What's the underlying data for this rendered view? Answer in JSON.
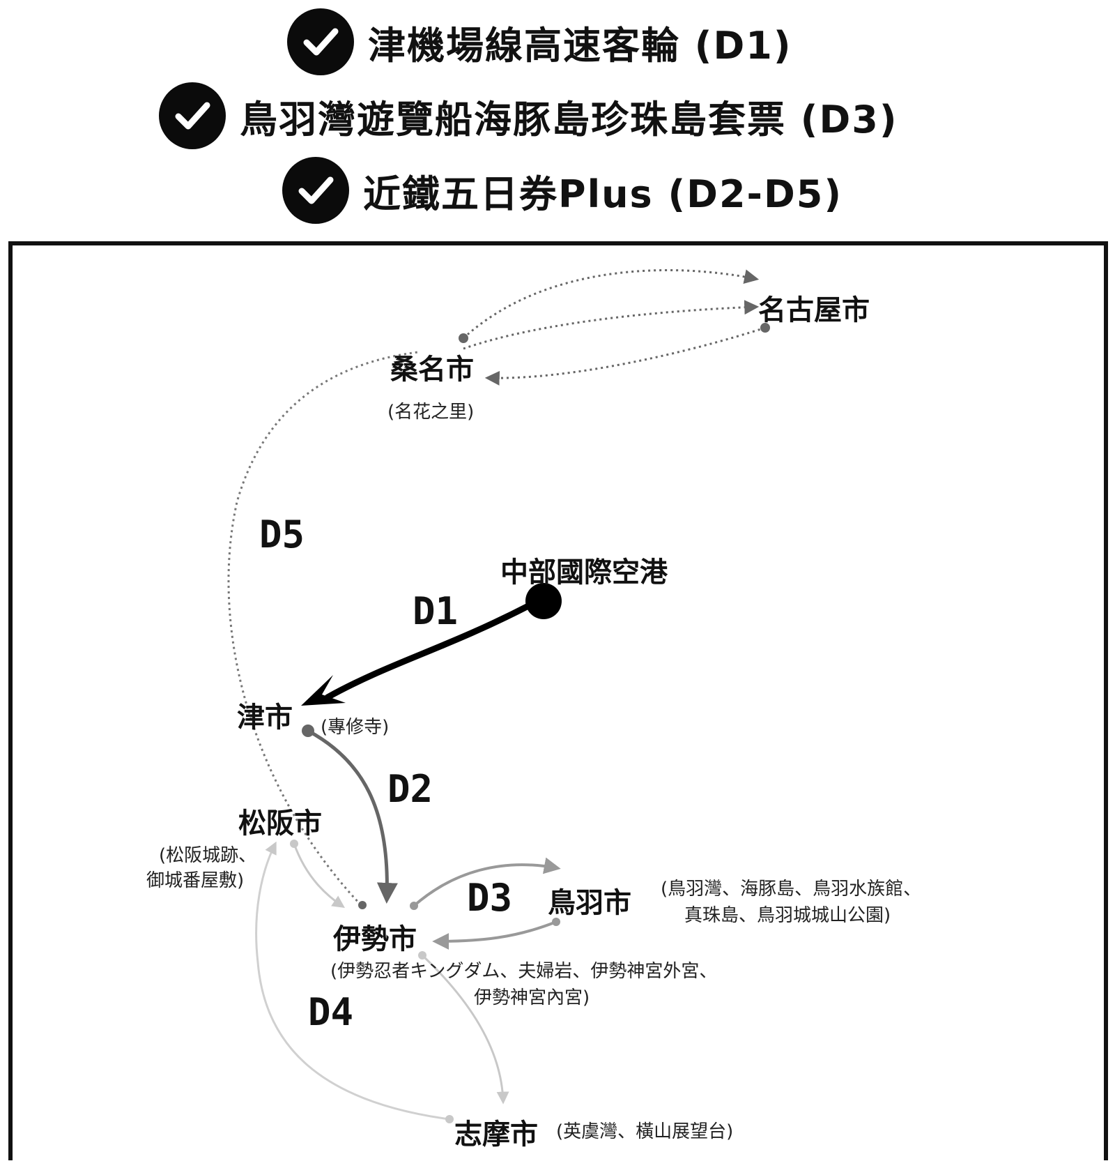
{
  "header": {
    "items": [
      {
        "text": "津機場線高速客輪 (D1)",
        "icon": "check-circle-icon"
      },
      {
        "text": "鳥羽灣遊覽船海豚島珍珠島套票 (D3)",
        "icon": "check-circle-icon"
      },
      {
        "text": "近鐵五日券Plus (D2-D5)",
        "icon": "check-circle-icon"
      }
    ]
  },
  "map": {
    "places": {
      "nagoya": "名古屋市",
      "kuwana": "桑名市",
      "kuwana_sub": "(名花之里)",
      "airport": "中部國際空港",
      "tsu": "津市",
      "tsu_sub": "(專修寺)",
      "matsusaka": "松阪市",
      "matsusaka_sub_1": "(松阪城跡、",
      "matsusaka_sub_2": "御城番屋敷)",
      "ise": "伊勢市",
      "ise_sub_1": "(伊勢忍者キングダム、夫婦岩、伊勢神宮外宮、",
      "ise_sub_2": "伊勢神宮內宮)",
      "toba": "鳥羽市",
      "toba_sub_1": "(鳥羽灣、海豚島、鳥羽水族館、",
      "toba_sub_2": "真珠島、鳥羽城城山公園)",
      "shima": "志摩市",
      "shima_sub": "(英虞灣、橫山展望台)"
    },
    "days": {
      "d1": "D1",
      "d2": "D2",
      "d3": "D3",
      "d4": "D4",
      "d5": "D5"
    },
    "colors": {
      "d1": "#000000",
      "d2": "#666666",
      "d3": "#999999",
      "d4": "#d0d0d0",
      "d5": "#777777",
      "check_bg": "#0b0b0b"
    }
  }
}
